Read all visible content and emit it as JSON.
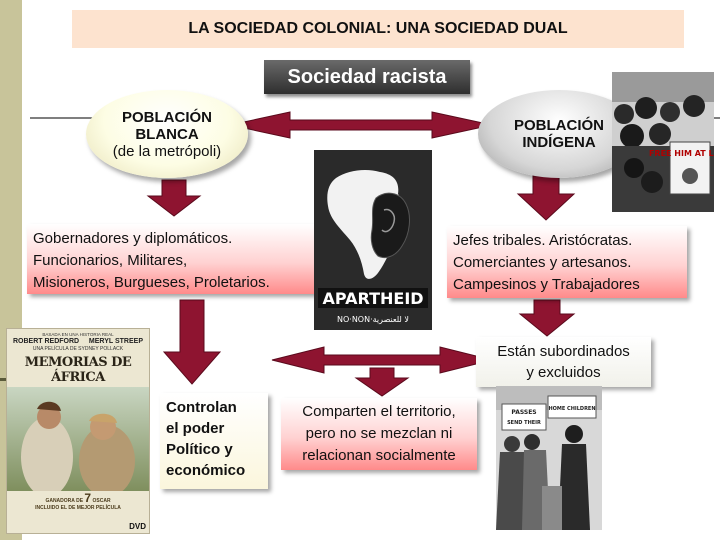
{
  "title": "LA SOCIEDAD COLONIAL: UNA SOCIEDAD DUAL",
  "subtitle": "Sociedad racista",
  "poblacion_blanca": {
    "line1": "POBLACIÓN",
    "line2": "BLANCA",
    "line3": "(de la metrópoli)"
  },
  "poblacion_indigena": {
    "line1": "POBLACIÓN",
    "line2": "INDÍGENA"
  },
  "blanca_roles": [
    "Gobernadores  y diplomáticos.",
    "Funcionarios,  Militares,",
    "Misioneros, Burgueses, Proletarios."
  ],
  "indigena_roles": [
    "Jefes tribales. Aristócratas.",
    "Comerciantes y artesanos.",
    "Campesinos y Trabajadores"
  ],
  "controlan": [
    "Controlan",
    "el poder",
    "Político y",
    "económico"
  ],
  "subordinados": [
    "Están subordinados",
    "y excluidos"
  ],
  "comparten": [
    "Comparten el territorio,",
    "pero no se mezclan ni",
    "relacionan socialmente"
  ],
  "apartheid_poster": {
    "text": "APARTHEID",
    "footer": "NO·NON·لا للعنصرية"
  },
  "dvd_cover": {
    "top_note": "BASADA EN UNA HISTORIA REAL",
    "actor1": "ROBERT REDFORD",
    "actor2": "MERYL STREEP",
    "director": "UNA PELÍCULA DE SYDNEY POLLACK",
    "film_title": "MEMORIAS DE ÁFRICA",
    "award_line1": "GANADORA DE",
    "oscar_count": "7",
    "award_word": "OSCAR",
    "award_line2": "INCLUIDO EL DE MEJOR PELÍCULA",
    "format": "DVD"
  },
  "protest_photo": {
    "sign1": "PASSES",
    "sign2": "SEND THEIR",
    "sign3": "HOME CHILDREN"
  },
  "crowd_photo": {
    "sign": "FREE HIM AT LAST"
  },
  "colors": {
    "arrow": "#8e1430",
    "title_bg": "#fde3cf",
    "sidebar": "#c8c49a"
  }
}
